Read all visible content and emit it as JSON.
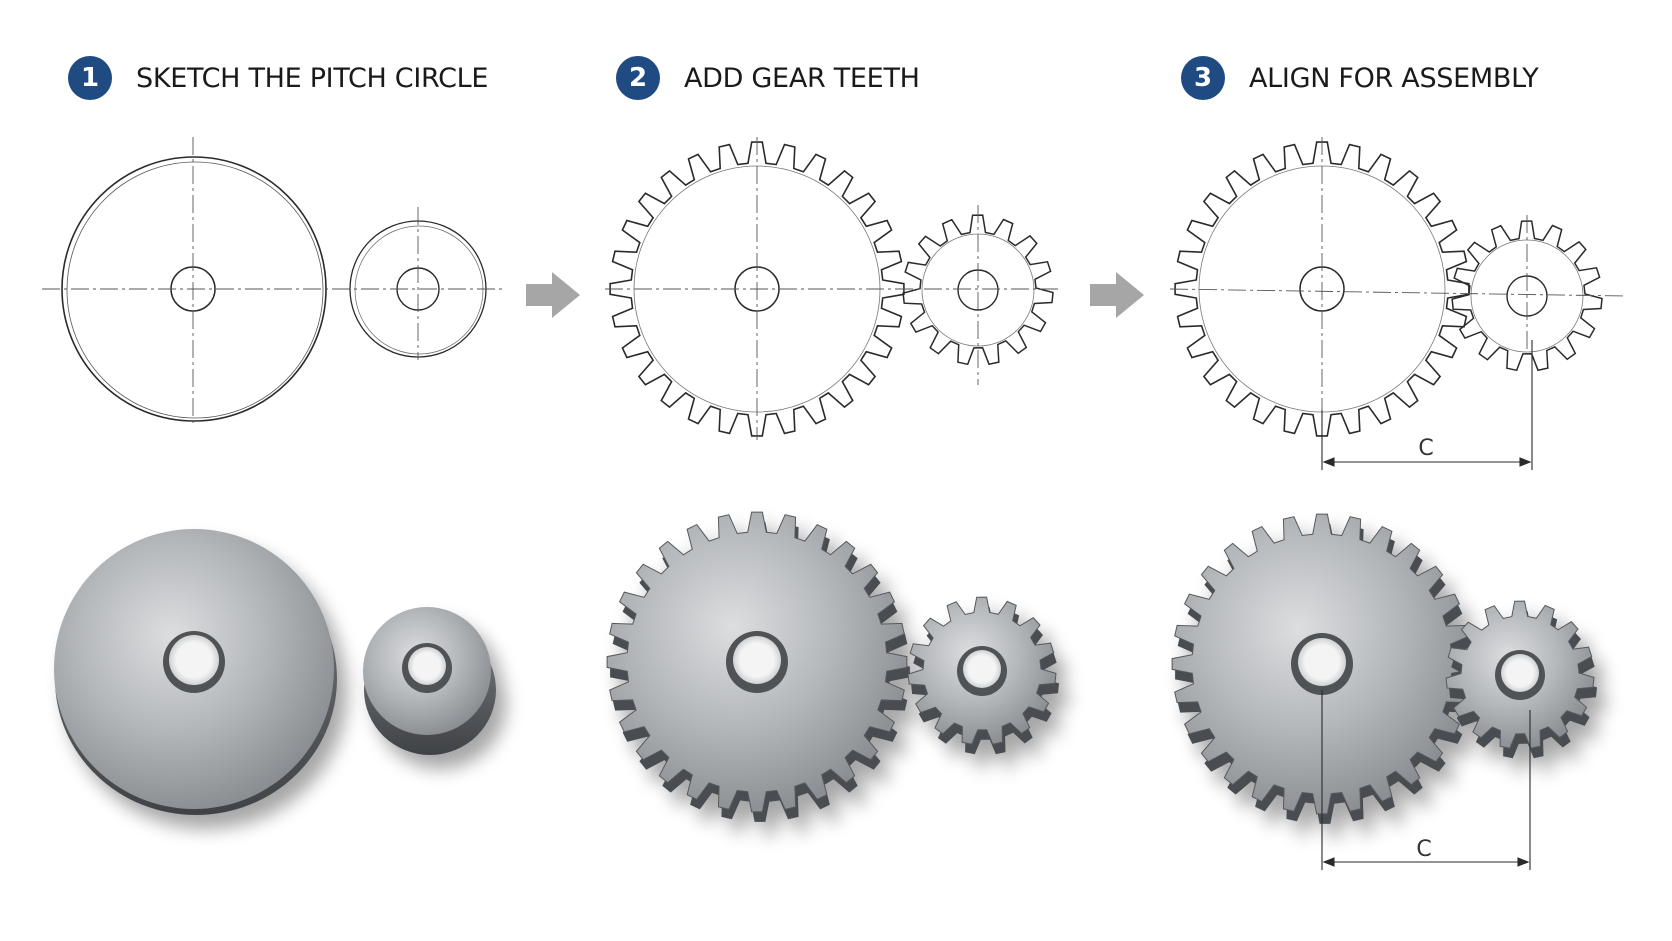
{
  "colors": {
    "badge": "#1f4b82",
    "line": "#2a2a2a",
    "arrow": "#a6a6a6",
    "metal": "#9a9da1"
  },
  "steps": [
    {
      "number": "1",
      "title": "SKETCH THE PITCH CIRCLE"
    },
    {
      "number": "2",
      "title": "ADD GEAR TEETH"
    },
    {
      "number": "3",
      "title": "ALIGN FOR ASSEMBLY"
    }
  ],
  "labels": {
    "center_distance": "C"
  },
  "icons": {
    "arrow": "arrow-right-icon"
  }
}
